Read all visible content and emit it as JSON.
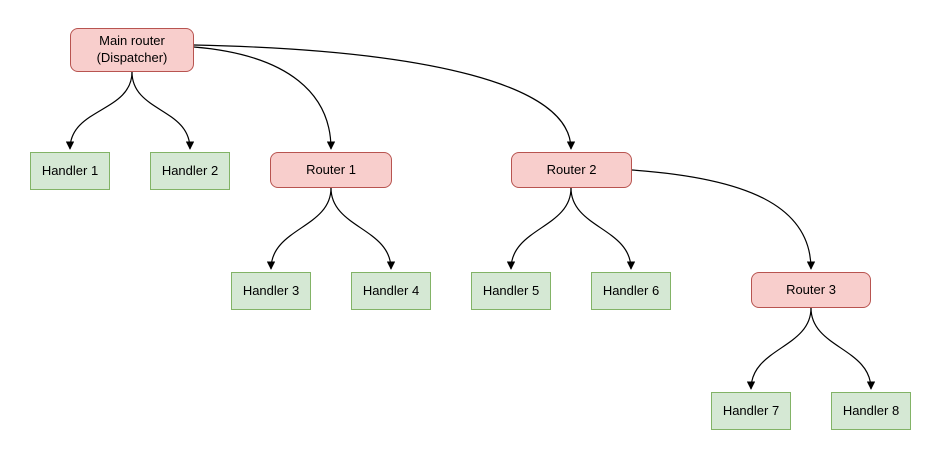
{
  "diagram": {
    "type": "tree",
    "colors": {
      "router_fill": "#f8cecc",
      "router_border": "#b85450",
      "handler_fill": "#d5e8d4",
      "handler_border": "#82b366",
      "edge": "#000000"
    },
    "nodes": {
      "main_router": {
        "type": "router",
        "label_line1": "Main router",
        "label_line2": "(Dispatcher)"
      },
      "handler1": {
        "type": "handler",
        "label": "Handler 1"
      },
      "handler2": {
        "type": "handler",
        "label": "Handler 2"
      },
      "router1": {
        "type": "router",
        "label": "Router 1"
      },
      "router2": {
        "type": "router",
        "label": "Router 2"
      },
      "handler3": {
        "type": "handler",
        "label": "Handler 3"
      },
      "handler4": {
        "type": "handler",
        "label": "Handler 4"
      },
      "handler5": {
        "type": "handler",
        "label": "Handler 5"
      },
      "handler6": {
        "type": "handler",
        "label": "Handler 6"
      },
      "router3": {
        "type": "router",
        "label": "Router 3"
      },
      "handler7": {
        "type": "handler",
        "label": "Handler 7"
      },
      "handler8": {
        "type": "handler",
        "label": "Handler 8"
      }
    },
    "edges": [
      {
        "from": "main_router",
        "to": "handler1"
      },
      {
        "from": "main_router",
        "to": "handler2"
      },
      {
        "from": "main_router",
        "to": "router1"
      },
      {
        "from": "main_router",
        "to": "router2"
      },
      {
        "from": "router1",
        "to": "handler3"
      },
      {
        "from": "router1",
        "to": "handler4"
      },
      {
        "from": "router2",
        "to": "handler5"
      },
      {
        "from": "router2",
        "to": "handler6"
      },
      {
        "from": "router2",
        "to": "router3"
      },
      {
        "from": "router3",
        "to": "handler7"
      },
      {
        "from": "router3",
        "to": "handler8"
      }
    ]
  }
}
